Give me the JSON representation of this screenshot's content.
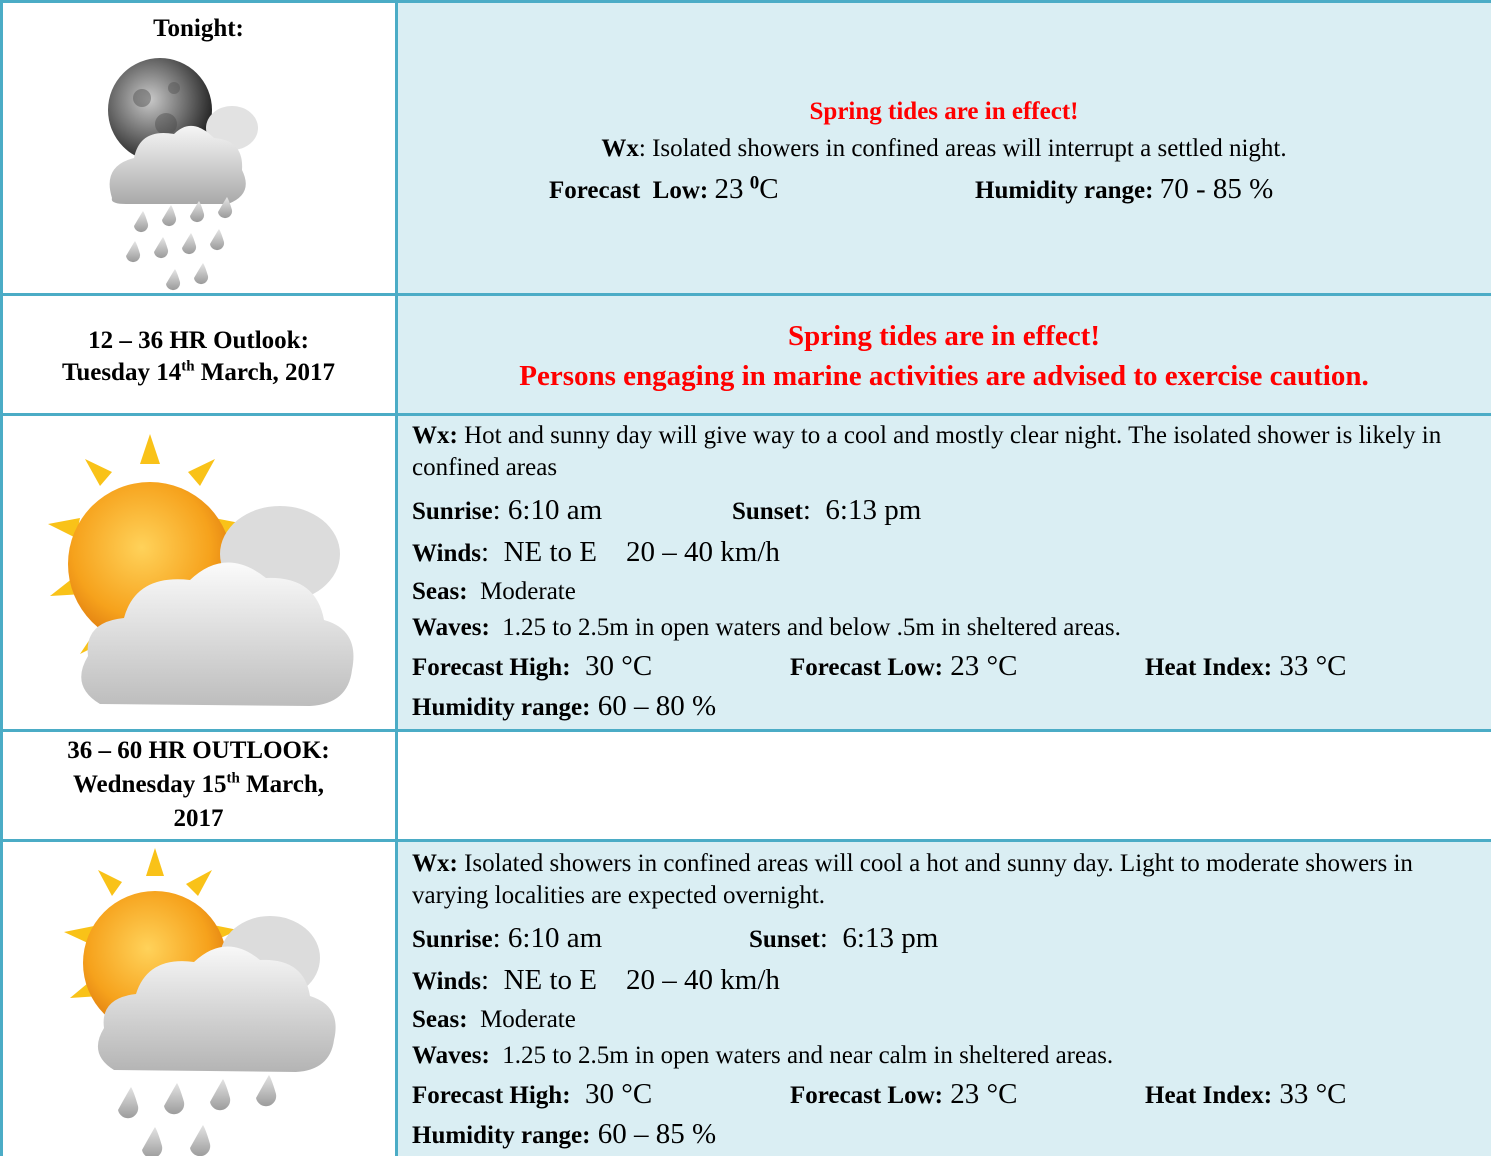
{
  "tonight": {
    "label": "Tonight:",
    "icon": "moon-cloud-rain-icon",
    "alert": "Spring tides are in effect!",
    "wx_label": "Wx",
    "wx_text": ": Isolated showers in confined areas will interrupt a settled night.",
    "low_label": "Forecast  Low:",
    "low_value": "23",
    "low_sup": "0",
    "low_unit": "C",
    "humidity_label": "Humidity range:",
    "humidity_value": "70 - 85 %"
  },
  "outlook_12_36": {
    "title": "12 – 36 HR Outlook:",
    "date_pre": "Tuesday 14",
    "date_sup": "th",
    "date_post": " March, 2017",
    "alert1": "Spring tides are in effect!",
    "alert2": "Persons engaging in marine activities are advised to exercise caution.",
    "icon": "sun-cloud-icon",
    "wx_label": "Wx:",
    "wx_text": " Hot and sunny day will give way to a cool and mostly clear night. The isolated shower is likely in confined areas",
    "sunrise_label": "Sunrise",
    "sunrise_value": ": 6:10 am",
    "sunset_label": "Sunset",
    "sunset_value": ":  6:13 pm",
    "winds_label": "Winds",
    "winds_value": ":  NE to E    20 – 40 km/h",
    "seas_label": "Seas:",
    "seas_value": "  Moderate",
    "waves_label": "Waves:",
    "waves_value": "  1.25 to 2.5m in open waters and below .5m in sheltered areas.",
    "high_label": "Forecast High:",
    "high_value": "  30 °C",
    "low_label": "Forecast Low:",
    "low_value": " 23 °C",
    "heat_label": "Heat Index:",
    "heat_value": " 33 °C",
    "humidity_label": "Humidity range:",
    "humidity_value": " 60 – 80 %"
  },
  "outlook_36_60": {
    "title": "36 – 60 HR OUTLOOK:",
    "date_pre": "Wednesday 15",
    "date_sup": "th",
    "date_post": " March,",
    "date_year": "2017",
    "icon": "sun-cloud-rain-icon",
    "wx_label": "Wx:",
    "wx_text": " Isolated showers in confined areas will cool a hot and sunny day. Light to moderate showers in varying localities are expected overnight.",
    "sunrise_label": "Sunrise",
    "sunrise_value": ": 6:10 am",
    "sunset_label": "Sunset",
    "sunset_value": ":  6:13 pm",
    "winds_label": "Winds",
    "winds_value": ":  NE to E    20 – 40 km/h",
    "seas_label": "Seas:",
    "seas_value": "  Moderate",
    "waves_label": "Waves:",
    "waves_value": "  1.25 to 2.5m in open waters and near calm in sheltered areas.",
    "high_label": "Forecast High:",
    "high_value": "  30 °C",
    "low_label": "Forecast Low:",
    "low_value": " 23 °C",
    "heat_label": "Heat Index:",
    "heat_value": " 33 °C",
    "humidity_label": "Humidity range:",
    "humidity_value": " 60 – 85 %"
  },
  "colors": {
    "border": "#4bacc6",
    "cell_bg": "#daeef3",
    "alert": "#ff0000"
  }
}
